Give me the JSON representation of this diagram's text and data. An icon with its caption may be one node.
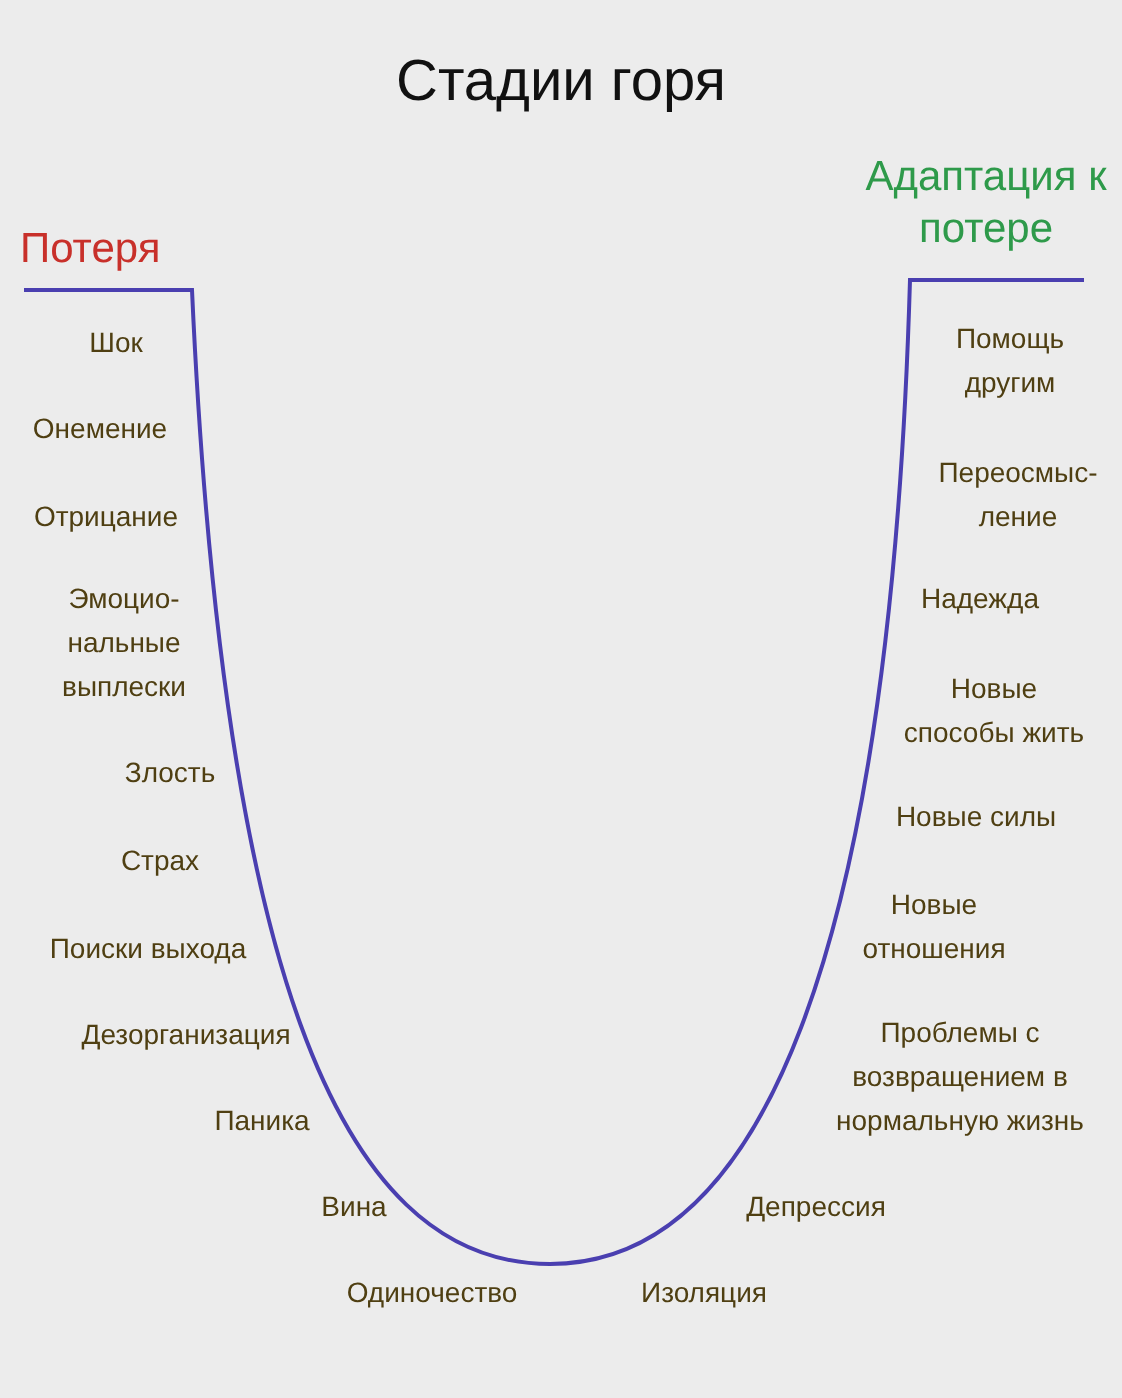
{
  "diagram": {
    "title": "Стадии горя",
    "nodes": [
      {
        "text": [
          "Потеря"
        ]
      },
      {
        "text": [
          "Адаптация к потере"
        ]
      }
    ],
    "edges": [
      {
        "from": 0,
        "to": 1,
        "arrow": "none"
      }
    ],
    "labels": [
      "Шок",
      "Онемение",
      "Отрицание",
      "Эмоцио- нальные выплески",
      "Злость",
      "Страх",
      "Поиски выхода",
      "Дезорганизация",
      "Паника",
      "Вина",
      "Одиночество",
      "Изоляция",
      "Депрессия",
      "Проблемы с возвращением в нормальную жизнь",
      "Новые отношения",
      "Новые силы",
      "Новые способы жить",
      "Надежда",
      "Переосмыс- ление",
      "Помощь другим"
    ]
  }
}
